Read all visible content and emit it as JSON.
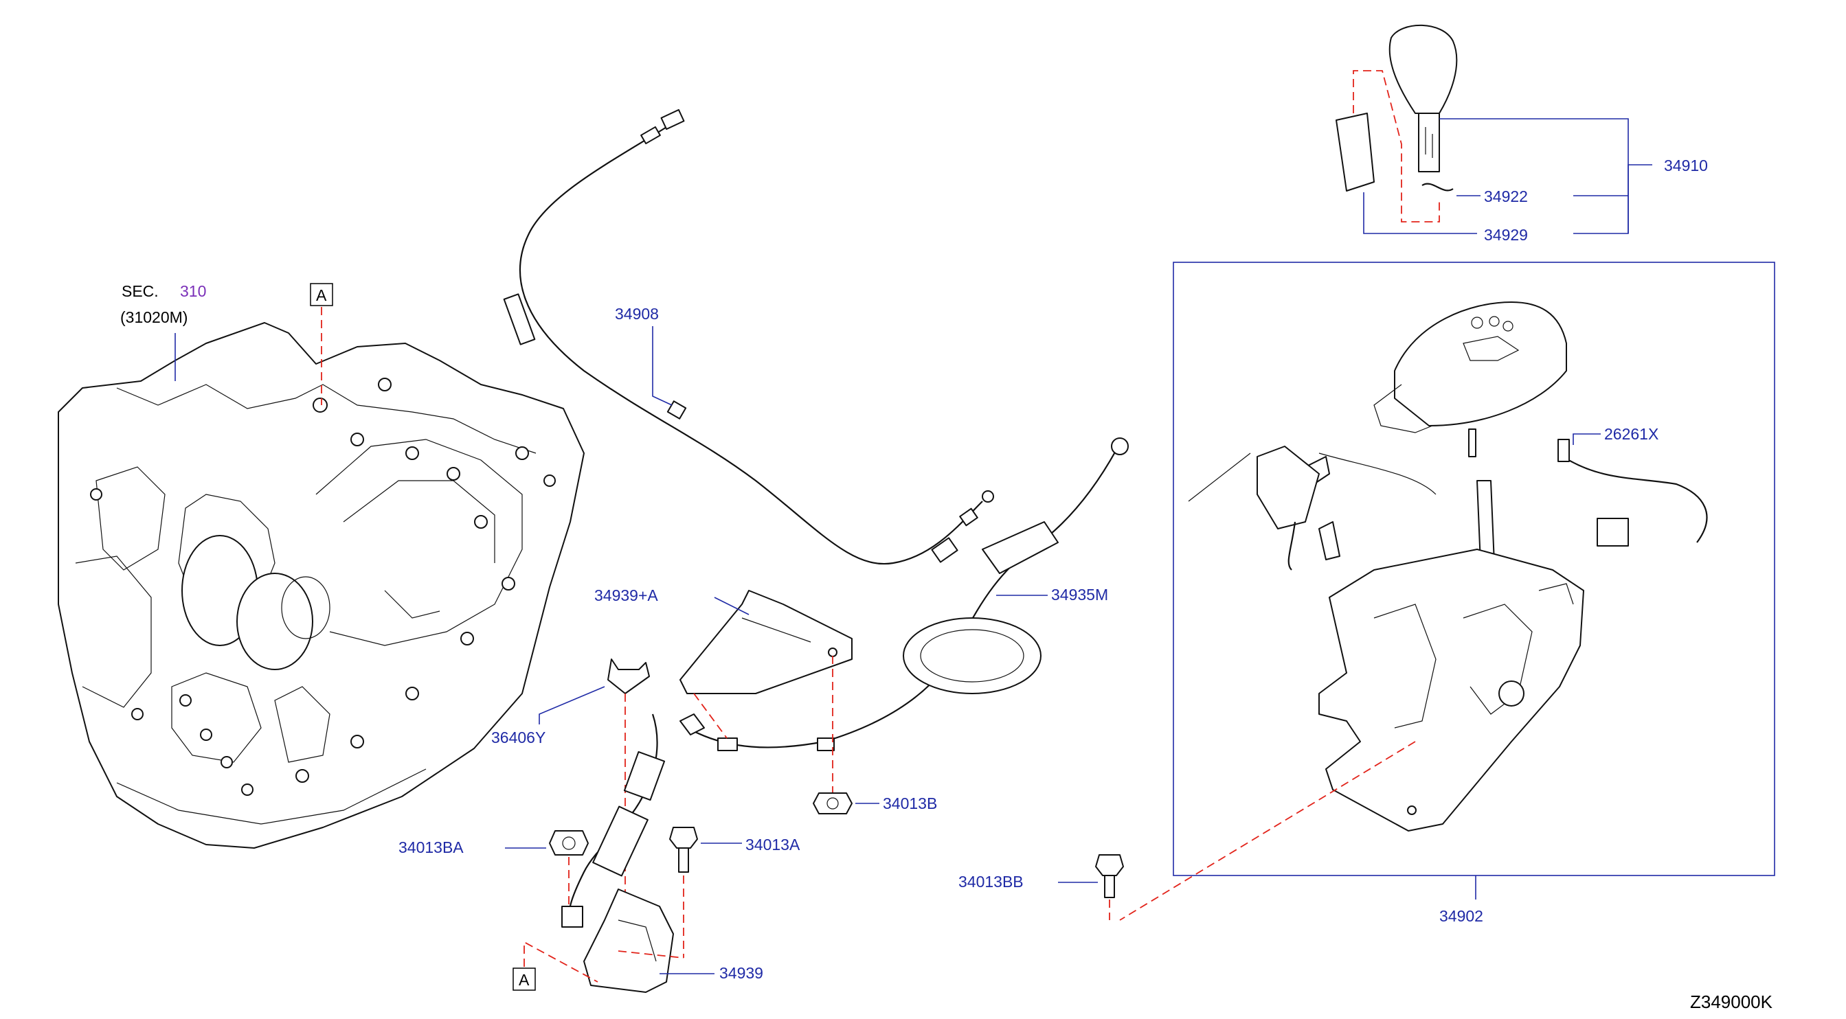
{
  "section": {
    "prefix": "SEC.",
    "number": "310",
    "part": "(31020M)"
  },
  "reference_marker": "A",
  "diagram_code": "Z349000K",
  "callouts": {
    "p34908": "34908",
    "p34910": "34910",
    "p34922": "34922",
    "p34929": "34929",
    "p26261X": "26261X",
    "p34939A": "34939+A",
    "p34935M": "34935M",
    "p36406Y": "36406Y",
    "p34013B": "34013B",
    "p34013BA": "34013BA",
    "p34013A": "34013A",
    "p34013BB": "34013BB",
    "p34939": "34939",
    "p34902": "34902"
  },
  "colors": {
    "callout": "#1f2aa6",
    "dash_line": "#e2231a",
    "section_number": "#7a2fb8"
  }
}
